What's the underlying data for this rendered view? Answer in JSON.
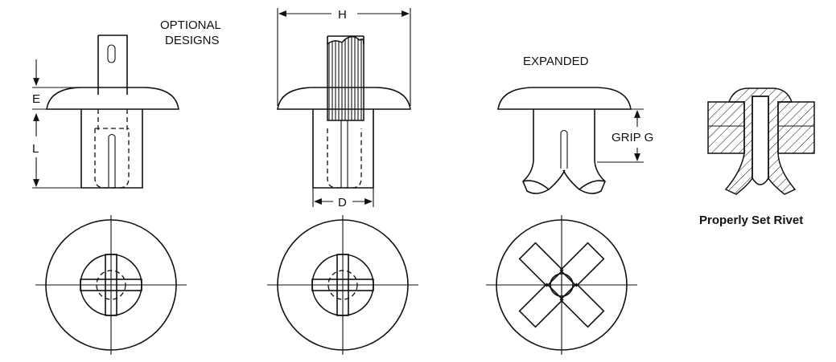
{
  "labels": {
    "optional_designs_line1": "OPTIONAL",
    "optional_designs_line2": "DESIGNS",
    "dim_h": "H",
    "dim_e": "E",
    "dim_l": "L",
    "dim_d": "D",
    "expanded": "EXPANDED",
    "grip": "GRIP G",
    "properly_set": "Properly Set Rivet"
  }
}
